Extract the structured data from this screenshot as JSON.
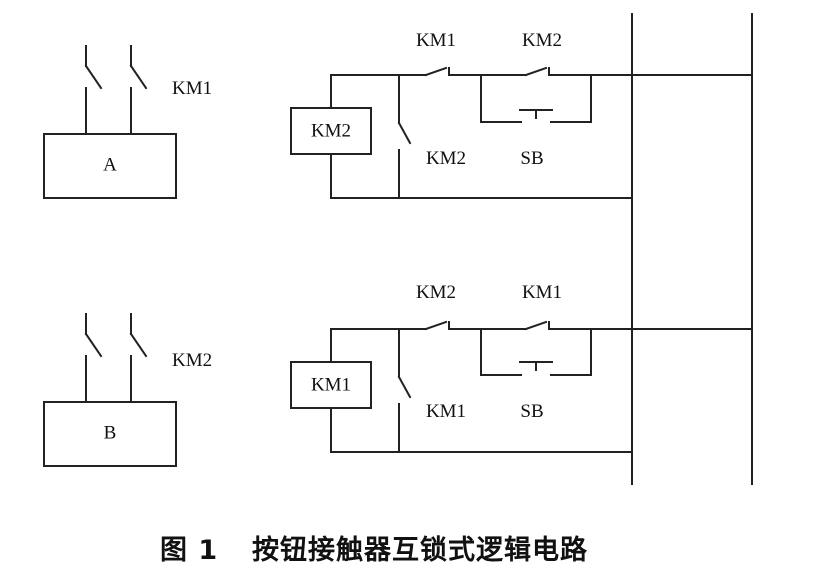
{
  "motor_a": {
    "name": "A",
    "switch_label": "KM1"
  },
  "motor_b": {
    "name": "B",
    "switch_label": "KM2"
  },
  "rung_top": {
    "coil": "KM2",
    "contact_left": "KM1",
    "contact_right": "KM2",
    "holding_contact": "KM2",
    "button": "SB"
  },
  "rung_bottom": {
    "coil": "KM1",
    "contact_left": "KM2",
    "contact_right": "KM1",
    "holding_contact": "KM1",
    "button": "SB"
  },
  "caption": {
    "number": "图 1",
    "title": "按钮接触器互锁式逻辑电路"
  }
}
